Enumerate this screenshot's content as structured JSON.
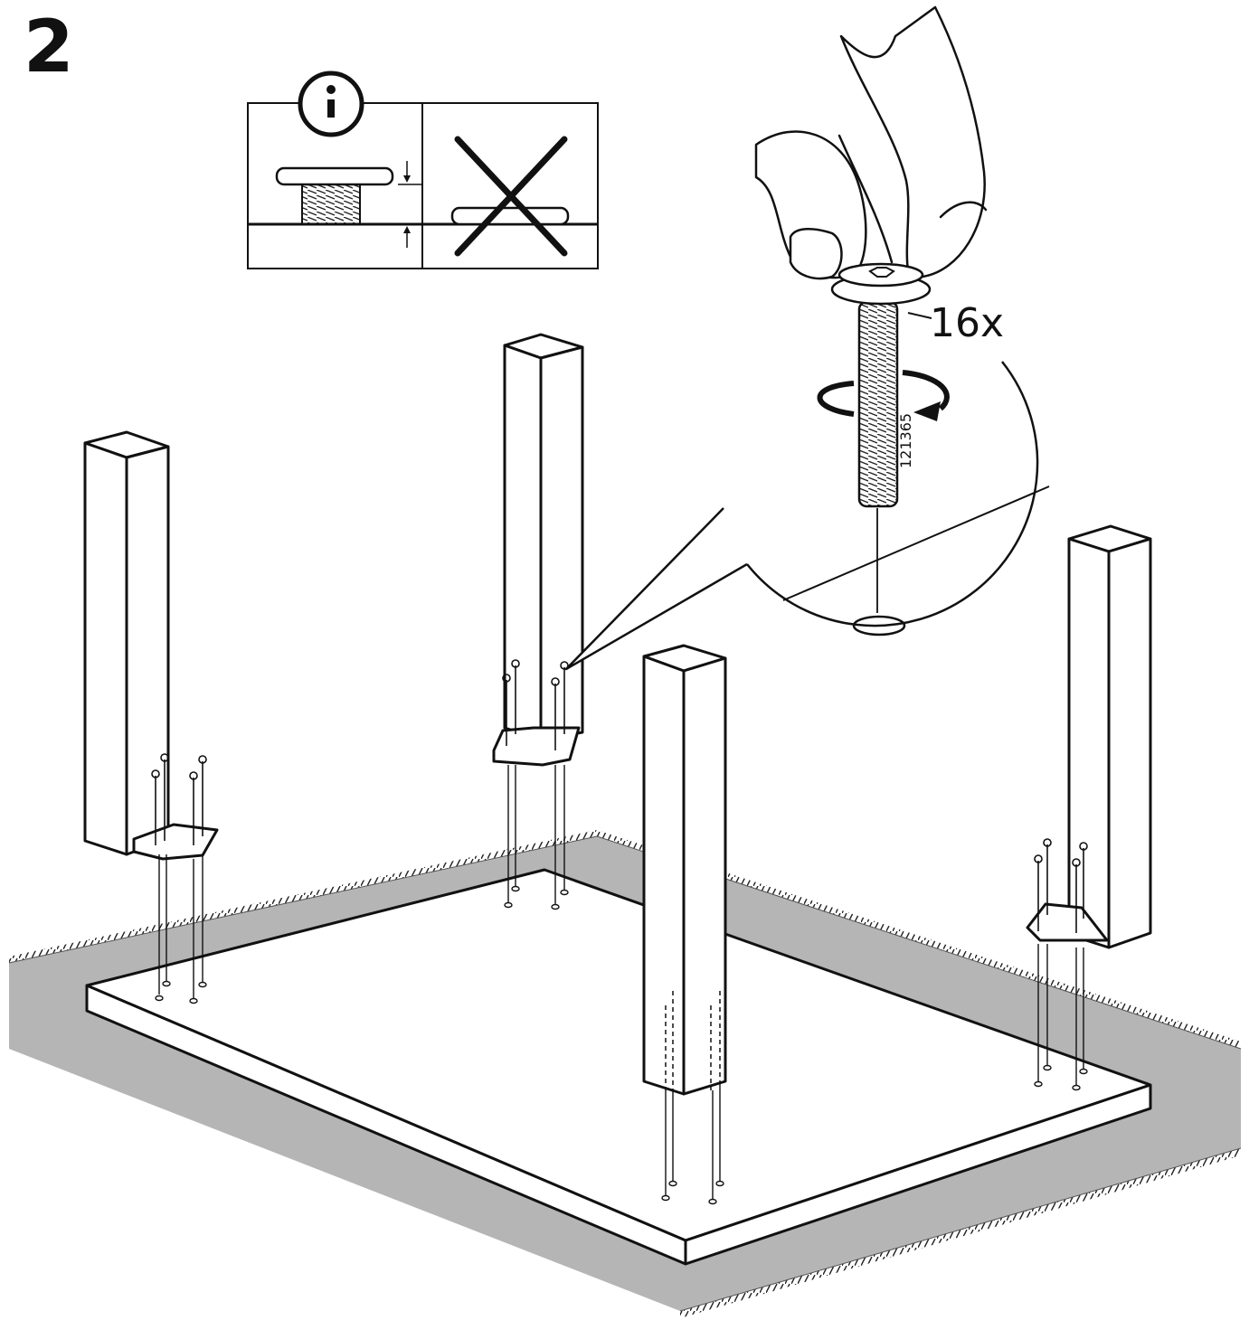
{
  "step": {
    "number": "2"
  },
  "quantity": {
    "label": "16x"
  },
  "part": {
    "number": "121365"
  },
  "icons": {
    "info": "info-icon",
    "wrong": "cross-mark-icon",
    "rotate": "rotate-arrow-icon"
  },
  "colors": {
    "line": "#111111",
    "floor": "#b5b5b5",
    "paper": "#ffffff"
  }
}
